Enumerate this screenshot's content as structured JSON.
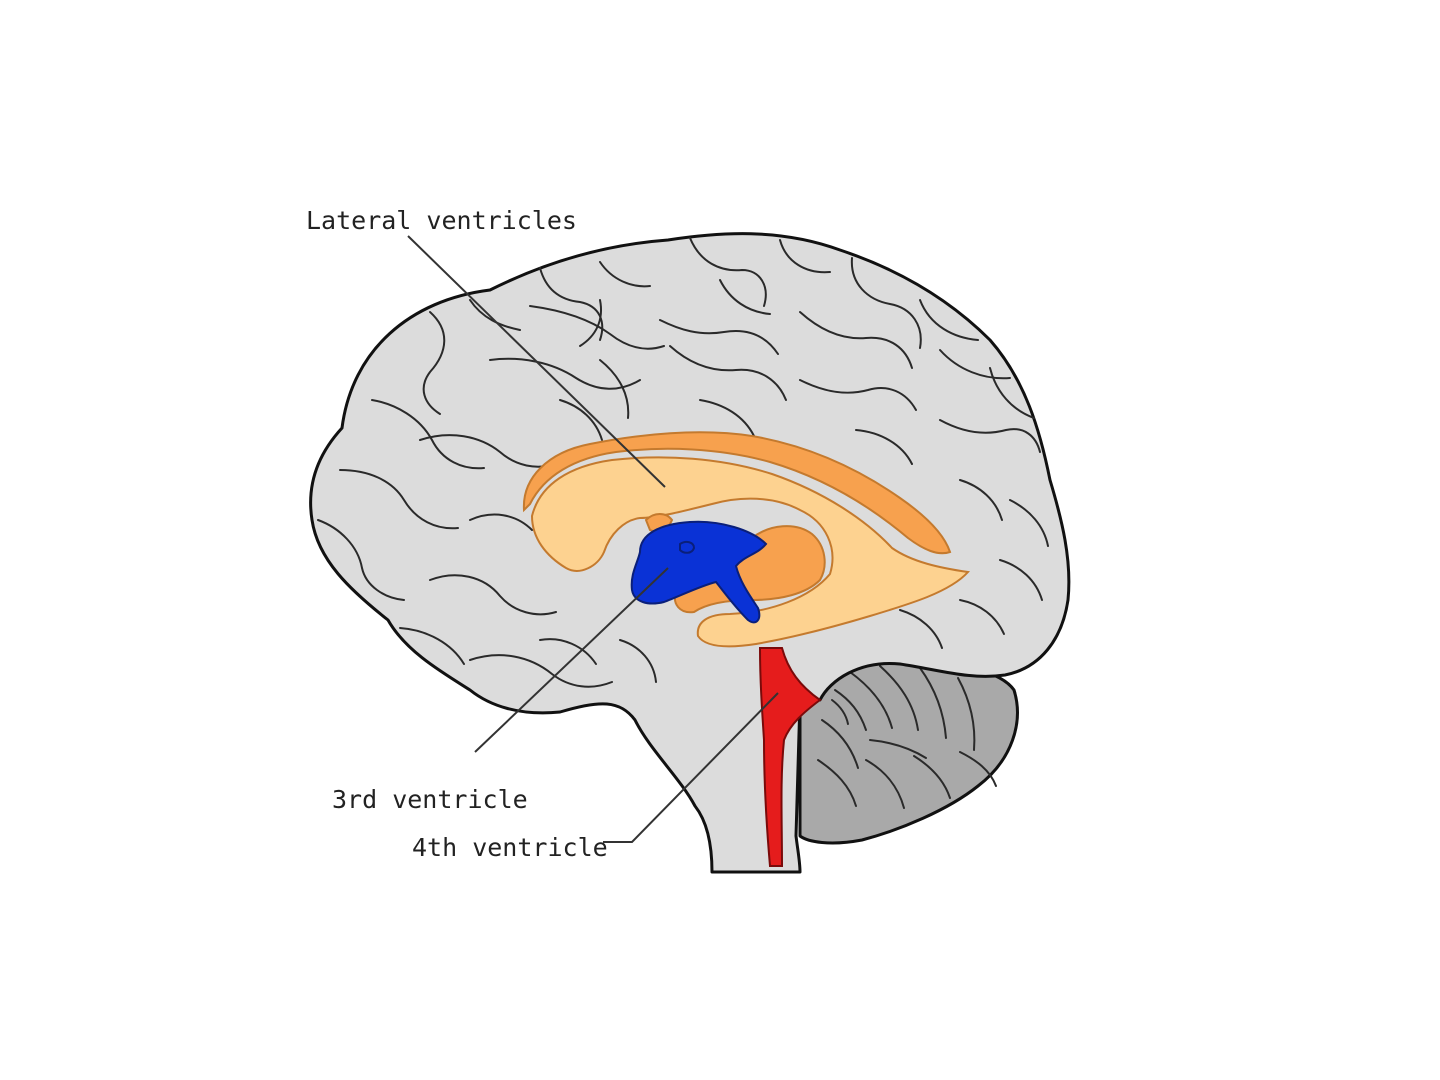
{
  "labels": {
    "lateral": "Lateral ventricles",
    "third": "3rd ventricle",
    "fourth": "4th ventricle"
  },
  "colors": {
    "background": "#ffffff",
    "brain": "#dcdcdc",
    "cerebellum": "#a9a9a9",
    "lateral_ventricle_light": "#fdd290",
    "lateral_ventricle_dark": "#f7a14e",
    "third_ventricle": "#0a32d6",
    "fourth_ventricle": "#e51c1c",
    "outline": "#111111"
  },
  "icons": [
    "brain-sagittal-illustration"
  ]
}
